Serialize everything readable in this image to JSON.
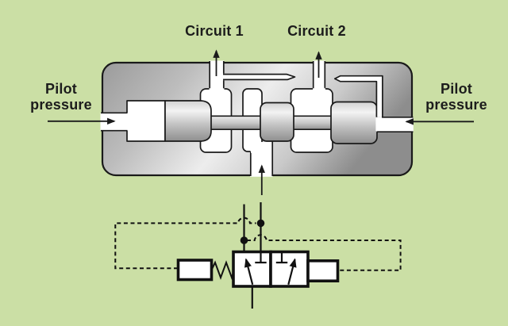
{
  "labels": {
    "circuit1": "Circuit 1",
    "circuit2": "Circuit 2",
    "pilot_pressure_left": "Pilot pressure",
    "pilot_pressure_right": "Pilot pressure"
  },
  "icons": {
    "circuit1_flow_arrow": "up-arrow",
    "circuit2_flow_arrow": "up-arrow",
    "pilot_left_flow_arrow": "right-arrow",
    "pilot_right_flow_arrow": "left-arrow",
    "inlet_flow_arrow": "up-arrow"
  },
  "colors": {
    "background": "#cbdfa5",
    "outline": "#1a1a1a",
    "text": "#1c1c1c",
    "cavity": "#ffffff",
    "symbol_line": "#111111",
    "body0": "#9b9b9b",
    "body1": "#bdbdbd",
    "body2": "#ededed",
    "body3": "#c9c9c9",
    "body4": "#8d8d8d",
    "land0": "#d2d2d2",
    "land1": "#f3f3f3",
    "land2": "#c0c0c0",
    "land3": "#8e8e8e",
    "stem0": "#ececec",
    "stem1": "#c9c9c9",
    "stem2": "#909090"
  }
}
